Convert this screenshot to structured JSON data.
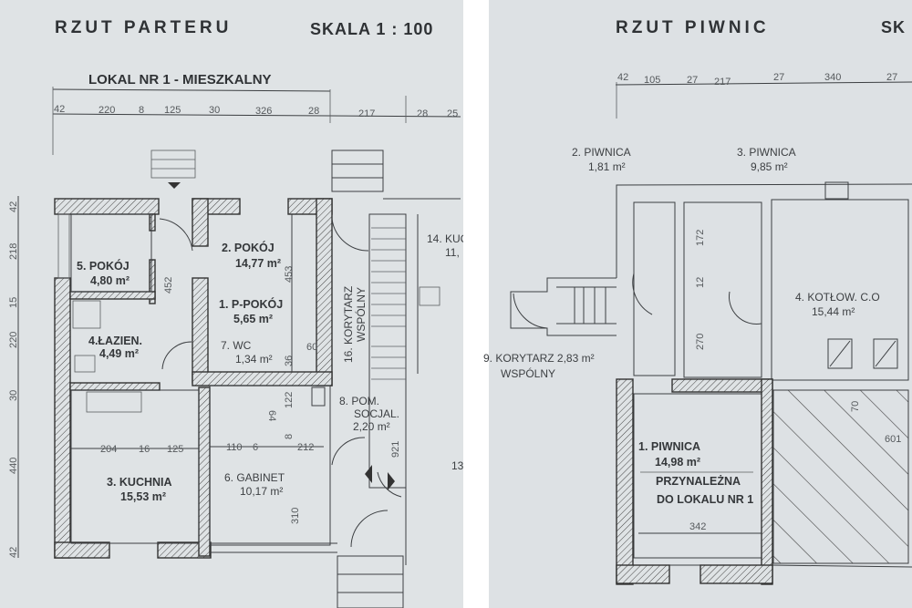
{
  "ground_floor": {
    "title": "RZUT PARTERU",
    "scale": "SKALA  1 : 100",
    "unit_label": "LOKAL NR 1 - MIESZKALNY",
    "top_dims": [
      "42",
      "220",
      "8",
      "125",
      "30",
      "326",
      "28",
      "217",
      "28",
      "25"
    ],
    "left_dims": [
      "42",
      "218",
      "15",
      "220",
      "30",
      "440",
      "42"
    ],
    "inner_dims": {
      "d452": "452",
      "d453": "453",
      "d36": "36",
      "d60": "60",
      "d122": "122",
      "d64": "64",
      "d8": "8",
      "d204": "204",
      "d16": "16",
      "d125": "125",
      "d110": "110",
      "d6": "6",
      "d212": "212",
      "d310": "310",
      "d921": "921"
    },
    "rooms": [
      {
        "name": "5. POKÓJ",
        "area": "4,80 m²"
      },
      {
        "name": "2. POKÓJ",
        "area": "14,77 m²"
      },
      {
        "name": "1. P-POKÓJ",
        "area": "5,65 m²"
      },
      {
        "name": "4.ŁAZIEN.",
        "area": "4,49 m²"
      },
      {
        "name": "7. WC",
        "area": "1,34 m²"
      },
      {
        "name": "3. KUCHNIA",
        "area": "15,53 m²"
      },
      {
        "name": "6. GABINET",
        "area": "10,17 m²"
      },
      {
        "name": "8. POM.",
        "name2": "SOCJAL.",
        "area": "2,20 m²"
      },
      {
        "name": "16. KORYTARZ",
        "name2": "WSPÓLNY"
      },
      {
        "name": "14. KUC",
        "area": "11,"
      },
      {
        "name": "13"
      }
    ]
  },
  "basement": {
    "title": "RZUT PIWNIC",
    "scale_partial": "SK",
    "top_dims": [
      "42",
      "105",
      "27",
      "217",
      "27",
      "340",
      "27"
    ],
    "inner_dims": {
      "d172": "172",
      "d12": "12",
      "d270": "270",
      "d70": "70",
      "d601": "601",
      "d342": "342"
    },
    "rooms": [
      {
        "name": "2. PIWNICA",
        "area": "1,81 m²"
      },
      {
        "name": "3. PIWNICA",
        "area": "9,85 m²"
      },
      {
        "name": "4. KOTŁOW. C.O",
        "area": "15,44 m²"
      },
      {
        "name": "9. KORYTARZ  2,83 m²",
        "name2": "WSPÓLNY"
      },
      {
        "name": "1. PIWNICA",
        "area": "14,98 m²",
        "note1": "PRZYNALEŻNA",
        "note2": "DO LOKALU NR 1"
      }
    ]
  },
  "colors": {
    "paper": "#dfe3e5",
    "line": "#3a3d40"
  }
}
